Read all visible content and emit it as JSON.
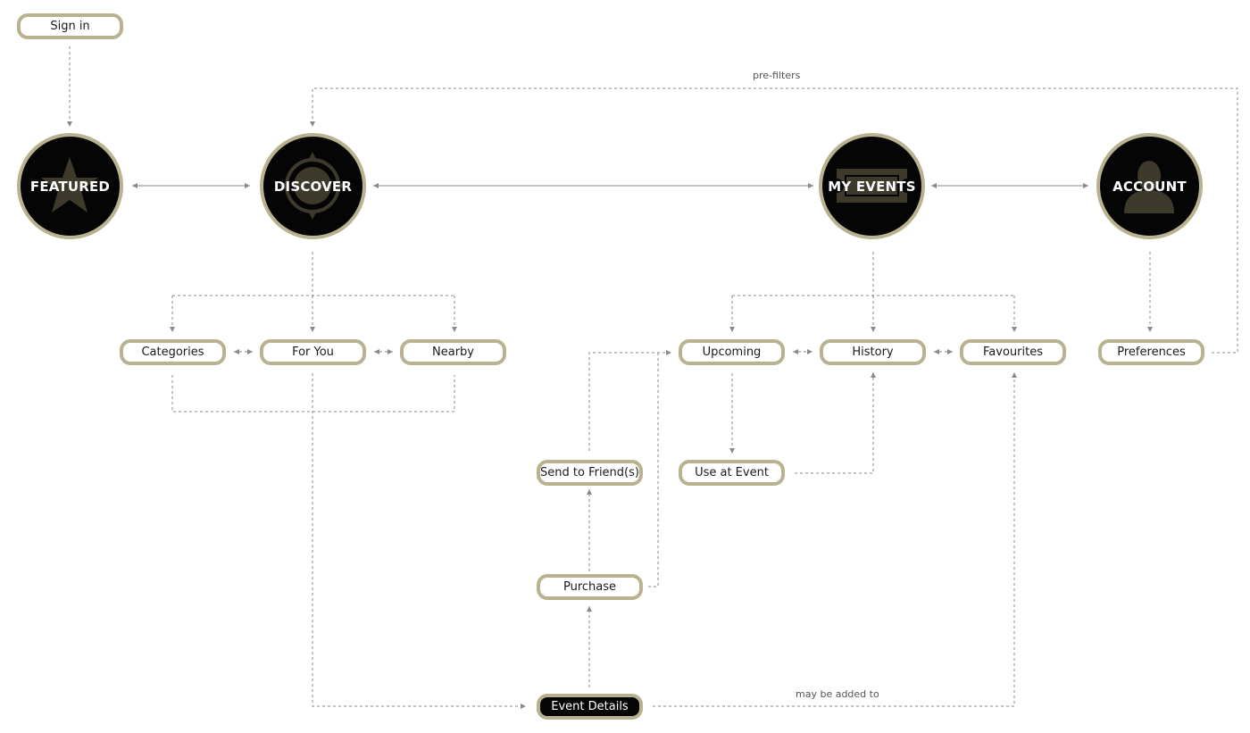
{
  "hubs": {
    "featured": {
      "label": "FEATURED",
      "icon": "star-icon"
    },
    "discover": {
      "label": "DISCOVER",
      "icon": "compass-icon"
    },
    "my_events": {
      "label": "MY EVENTS",
      "icon": "ticket-icon"
    },
    "account": {
      "label": "ACCOUNT",
      "icon": "person-icon"
    }
  },
  "nodes": {
    "sign_in": "Sign in",
    "categories": "Categories",
    "for_you": "For You",
    "nearby": "Nearby",
    "upcoming": "Upcoming",
    "history": "History",
    "favourites": "Favourites",
    "preferences": "Preferences",
    "send_to_friends": "Send to Friend(s)",
    "use_at_event": "Use at Event",
    "purchase": "Purchase",
    "event_details": "Event Details"
  },
  "edge_labels": {
    "pre_filters": "pre-filters",
    "may_be_added_to": "may be added to"
  },
  "colors": {
    "node_border": "#b9b291",
    "hub_fill": "#050505",
    "icon_fill": "#3d3a2c",
    "connector": "#8a8a8a"
  }
}
